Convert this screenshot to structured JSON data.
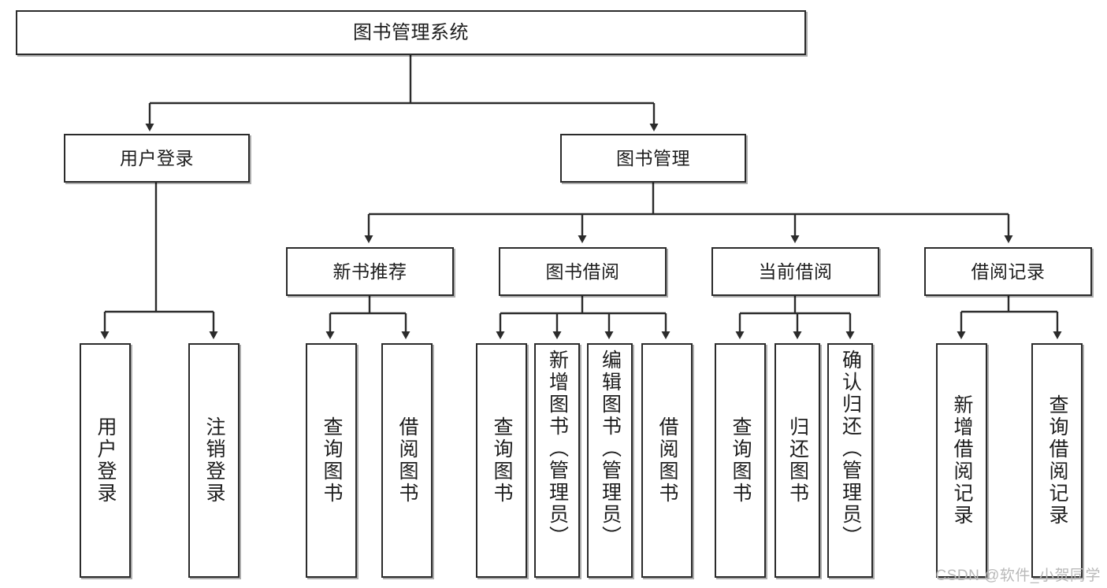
{
  "diagram": {
    "title": "图书管理系统",
    "type": "tree-hierarchy",
    "colors": {
      "box_border": "#2b2b2b",
      "box_fill": "#ffffff",
      "connector": "#2b2b2b",
      "text": "#1d1d1d",
      "watermark": "#b9b9b9"
    }
  },
  "root": {
    "label": "图书管理系统"
  },
  "level2": [
    {
      "label": "用户登录"
    },
    {
      "label": "图书管理"
    }
  ],
  "level3": [
    {
      "label": "新书推荐"
    },
    {
      "label": "图书借阅"
    },
    {
      "label": "当前借阅"
    },
    {
      "label": "借阅记录"
    }
  ],
  "leaves": {
    "user_login": [
      {
        "label": "用户登录"
      },
      {
        "label": "注销登录"
      }
    ],
    "new_book_recommend": [
      {
        "label": "查询图书"
      },
      {
        "label": "借阅图书"
      }
    ],
    "book_borrow": [
      {
        "label": "查询图书"
      },
      {
        "label": "新增图书（管理员）"
      },
      {
        "label": "编辑图书（管理员）"
      },
      {
        "label": "借阅图书"
      }
    ],
    "current_borrow": [
      {
        "label": "查询图书"
      },
      {
        "label": "归还图书"
      },
      {
        "label": "确认归还（管理员）"
      }
    ],
    "borrow_record": [
      {
        "label": "新增借阅记录"
      },
      {
        "label": "查询借阅记录"
      }
    ]
  },
  "watermark": {
    "text": "CSDN @软件_小贺同学"
  }
}
